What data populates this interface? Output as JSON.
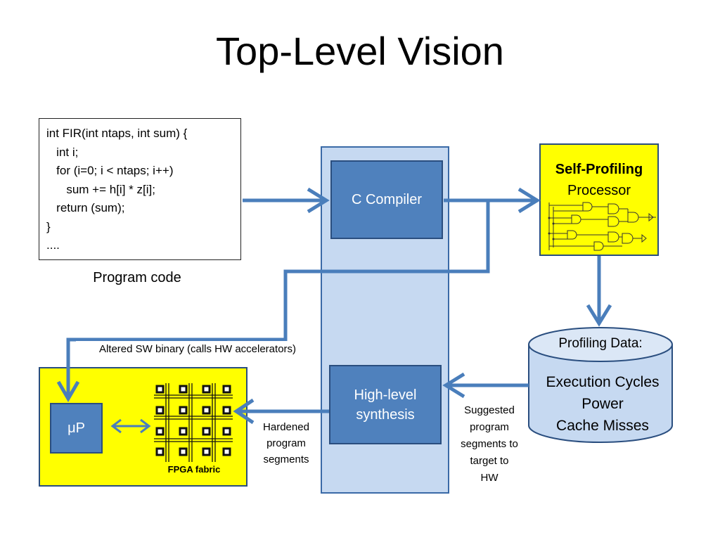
{
  "title": "Top-Level Vision",
  "program": {
    "lines": [
      "int FIR(int ntaps, int sum) {",
      "   int i;",
      "   for (i=0; i < ntaps; i++)",
      "      sum += h[i] * z[i];",
      "   return (sum);",
      "}",
      "...."
    ],
    "caption": "Program code"
  },
  "compiler_label": "C Compiler",
  "hls_label_line1": "High-level",
  "hls_label_line2": "synthesis",
  "processor": {
    "title_bold": "Self-Profiling",
    "title": "Processor"
  },
  "profiling": {
    "header": "Profiling Data:",
    "items": [
      "Execution Cycles",
      "Power",
      "Cache Misses"
    ]
  },
  "platform": {
    "cpu_label": "μP",
    "fpga_label": "FPGA fabric"
  },
  "edge_labels": {
    "altered_binary": "Altered SW binary (calls HW accelerators)",
    "hardened": [
      "Hardened",
      "program",
      "segments"
    ],
    "suggested": [
      "Suggested",
      "program",
      "segments to",
      "target to",
      "HW"
    ]
  },
  "colors": {
    "accent_blue": "#4f81bd",
    "light_blue": "#c6d9f1",
    "yellow": "#ffff00"
  }
}
